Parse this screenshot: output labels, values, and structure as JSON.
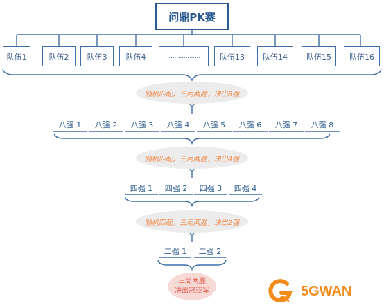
{
  "title": "问鼎PK赛",
  "teams": [
    "队伍1",
    "队伍2",
    "队伍3",
    "队伍4",
    "………………",
    "队伍13",
    "队伍14",
    "队伍15",
    "队伍16"
  ],
  "rule_round1": "随机匹配，三局两胜，决出8强",
  "top8": [
    "八强 1",
    "八强 2",
    "八强 3",
    "八强 4",
    "八强 5",
    "八强 6",
    "八强 7",
    "八强 8"
  ],
  "rule_round2": "随机匹配，三局两胜，决出4强",
  "top4": [
    "四强 1",
    "四强 2",
    "四强 3",
    "四强 4"
  ],
  "rule_round3": "随机匹配，三局两胜，决出2强",
  "top2": [
    "二强 1",
    "二强 2"
  ],
  "final_line1": "三局两胜",
  "final_line2": "决出冠亚军",
  "logo_text": "5GWAN",
  "colors": {
    "primary": "#2b5a93",
    "accent": "#f08a4b",
    "final": "#e0604d",
    "logo": "#f28c1c"
  }
}
